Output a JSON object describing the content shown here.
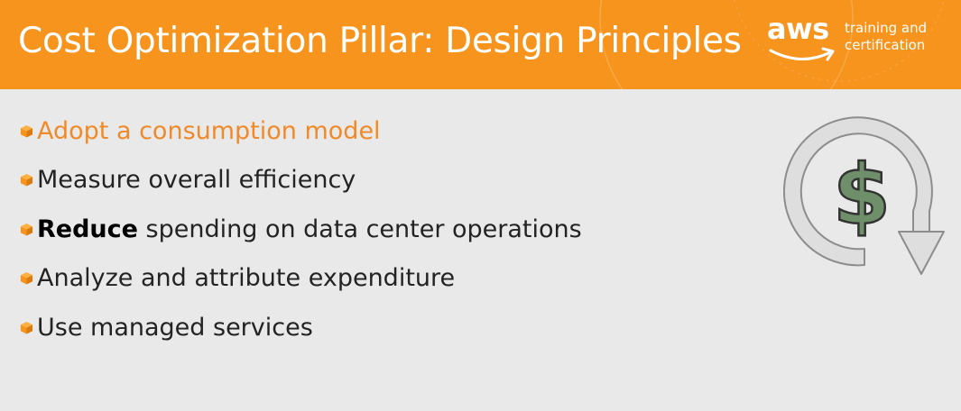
{
  "header": {
    "title": "Cost Optimization Pillar: Design Principles",
    "logo_mark": "aws",
    "logo_tag_line1": "training and",
    "logo_tag_line2": "certification"
  },
  "principles": [
    {
      "text": "Adopt a consumption model",
      "state": "active"
    },
    {
      "text": "Measure overall efficiency",
      "state": "normal"
    },
    {
      "emphasis": "Reduce",
      "text": " spending on data center operations",
      "state": "normal"
    },
    {
      "text": "Analyze and attribute expenditure",
      "state": "normal"
    },
    {
      "text": "Use managed services",
      "state": "normal"
    }
  ],
  "graphic": {
    "icon": "dollar-down-arrow-icon",
    "symbol": "$"
  },
  "colors": {
    "header_bg": "#f7941e",
    "background": "#e9e9e9",
    "active_text": "#ef8a2a",
    "text": "#232323",
    "bullet_cube": "#f7941e",
    "dollar_fill": "#6f8f6b",
    "arrow_fill": "#dedede"
  }
}
